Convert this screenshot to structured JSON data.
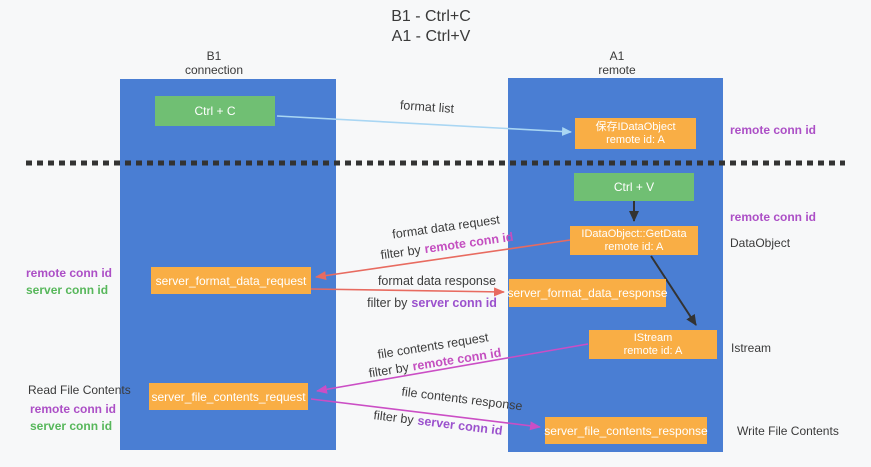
{
  "title": {
    "line1": "B1 - Ctrl+C",
    "line2": "A1 - Ctrl+V"
  },
  "lanes": {
    "left": {
      "name": "B1",
      "role": "connection"
    },
    "right": {
      "name": "A1",
      "role": "remote"
    }
  },
  "boxes": {
    "ctrl_c": {
      "label": "Ctrl + C"
    },
    "save_idataobject": {
      "line1": "保存IDataObject",
      "line2": "remote id: A"
    },
    "ctrl_v": {
      "label": "Ctrl + V"
    },
    "getdata": {
      "line1": "IDataObject::GetData",
      "line2": "remote id: A"
    },
    "server_format_data_request": {
      "label": "server_format_data_request"
    },
    "server_format_data_response": {
      "label": "server_format_data_response"
    },
    "istream": {
      "line1": "IStream",
      "line2": "remote id: A"
    },
    "server_file_contents_request": {
      "label": "server_file_contents_request"
    },
    "server_file_contents_response": {
      "label": "server_file_contents_response"
    }
  },
  "arrow_labels": {
    "format_list": "format list",
    "format_data_request": "format data request",
    "filter_remote_1": {
      "prefix": "filter by",
      "id": "remote conn id"
    },
    "format_data_response": "format data response",
    "filter_server_1": {
      "prefix": "filter by",
      "id": "server conn id"
    },
    "file_contents_request": "file contents request",
    "filter_remote_2": {
      "prefix": "filter by",
      "id": "remote conn id"
    },
    "file_contents_response": "file contents response",
    "filter_server_2": {
      "prefix": "filter by",
      "id": "server conn id"
    }
  },
  "side_labels": {
    "right_remote_conn_top": "remote conn id",
    "right_remote_conn_mid": "remote conn id",
    "dataobject": "DataObject",
    "istream": "Istream",
    "write_file_contents": "Write File Contents",
    "left_remote_conn_1": "remote conn id",
    "left_server_conn_1": "server conn id",
    "read_file_contents": "Read File Contents",
    "left_remote_conn_2": "remote conn id",
    "left_server_conn_2": "server conn id"
  },
  "colors": {
    "lane_blue": "#4a7ed3",
    "box_green": "#70bf73",
    "box_orange": "#f9ae45",
    "arrow_blue": "#a9d6f3",
    "arrow_black": "#333333",
    "arrow_salmon": "#e86b60",
    "arrow_magenta": "#cb4ec5",
    "inline_remote": "#c44fc0",
    "inline_server": "#9b51cd",
    "side_remote": "#ac4fc6",
    "side_server": "#57b75b"
  }
}
